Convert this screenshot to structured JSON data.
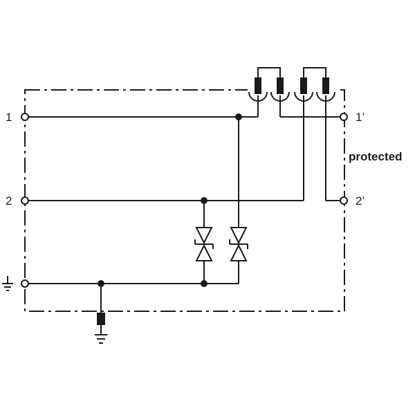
{
  "labels": {
    "terminal_1": "1",
    "terminal_2": "2",
    "terminal_1_out": "1’",
    "terminal_2_out": "2’",
    "protected": "protected"
  },
  "colors": {
    "line": "#1a1a1a",
    "background": "#ffffff"
  },
  "icons": {
    "earth_input": "ground-icon",
    "earth_case": "ground-icon",
    "suppressor": "bidirectional-tvs-diode-icon",
    "series_element": "series-resistor-icon"
  }
}
